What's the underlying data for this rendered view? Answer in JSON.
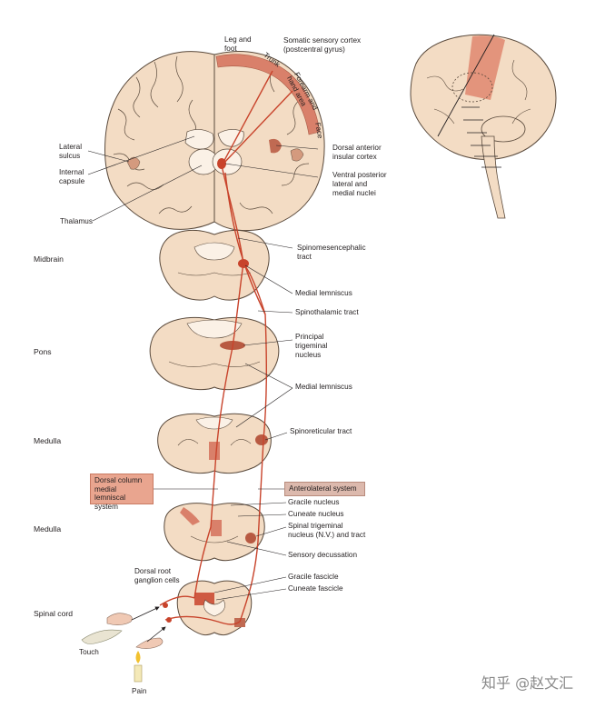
{
  "labels": {
    "somatic_cortex": [
      "Somatic sensory cortex",
      "(postcentral gyrus)"
    ],
    "leg_foot": [
      "Leg and",
      "foot"
    ],
    "trunk": "Trunk",
    "forearm_hand": [
      "Forearm and",
      "hand area"
    ],
    "face": "Face",
    "lateral_sulcus": [
      "Lateral",
      "sulcus"
    ],
    "internal_capsule": [
      "Internal",
      "capsule"
    ],
    "thalamus": "Thalamus",
    "dorsal_anterior_insular": [
      "Dorsal anterior",
      "insular cortex"
    ],
    "ventral_posterior": [
      "Ventral posterior",
      "lateral and",
      "medial nuclei"
    ],
    "spinomesencephalic": [
      "Spinomesencephalic",
      "tract"
    ],
    "medial_lemniscus_1": "Medial lemniscus",
    "spinothalamic": "Spinothalamic tract",
    "principal_trigeminal": [
      "Principal",
      "trigeminal",
      "nucleus"
    ],
    "medial_lemniscus_2": "Medial lemniscus",
    "spinoreticular": "Spinoreticular tract",
    "gracile_nucleus": "Gracile nucleus",
    "cuneate_nucleus": "Cuneate nucleus",
    "spinal_trigeminal": [
      "Spinal trigeminal",
      "nucleus (N.V.) and tract"
    ],
    "sensory_decussation": "Sensory decussation",
    "dorsal_root_ganglion": [
      "Dorsal root",
      "ganglion cells"
    ],
    "gracile_fascicle": "Gracile fascicle",
    "cuneate_fascicle": "Cuneate fascicle",
    "touch": "Touch",
    "pain": "Pain"
  },
  "levels": {
    "midbrain": "Midbrain",
    "pons": "Pons",
    "medulla_upper": "Medulla",
    "medulla_lower": "Medulla",
    "spinal_cord": "Spinal cord"
  },
  "systems": {
    "dorsal_column": [
      "Dorsal column",
      "medial lemniscal",
      "system"
    ],
    "anterolateral": "Anterolateral system"
  },
  "watermark": "知乎 @赵文汇",
  "colors": {
    "tissue": "#f3dcc4",
    "tissue_outline": "#5a4a3c",
    "cortex_highlight": "#d9806a",
    "pathway_red": "#c8432b",
    "white_matter": "#fbf1e6",
    "dorsal_column_box": "#e9a58f",
    "anterolateral_box": "#dcb9ad"
  }
}
